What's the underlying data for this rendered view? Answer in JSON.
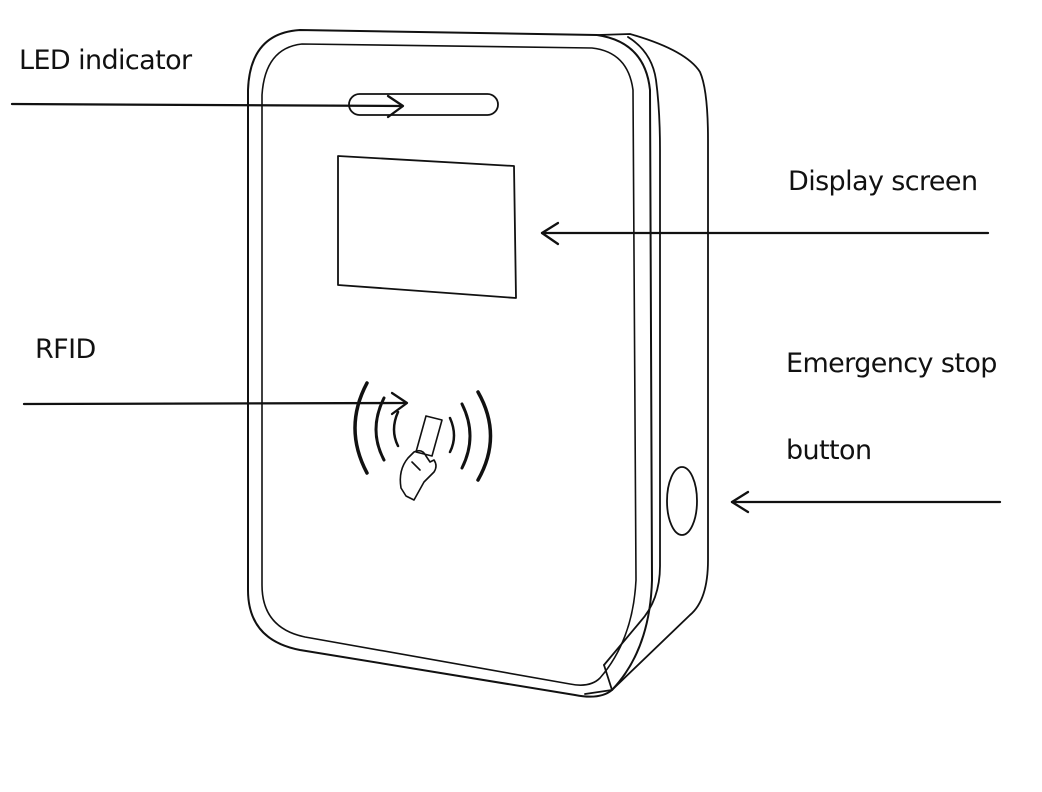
{
  "labels": {
    "led_indicator": "LED indicator",
    "display_screen": "Display screen",
    "rfid": "RFID",
    "emergency_stop_line1": "Emergency stop",
    "emergency_stop_line2": "button"
  },
  "colors": {
    "ink": "#111111",
    "background": "#ffffff"
  }
}
